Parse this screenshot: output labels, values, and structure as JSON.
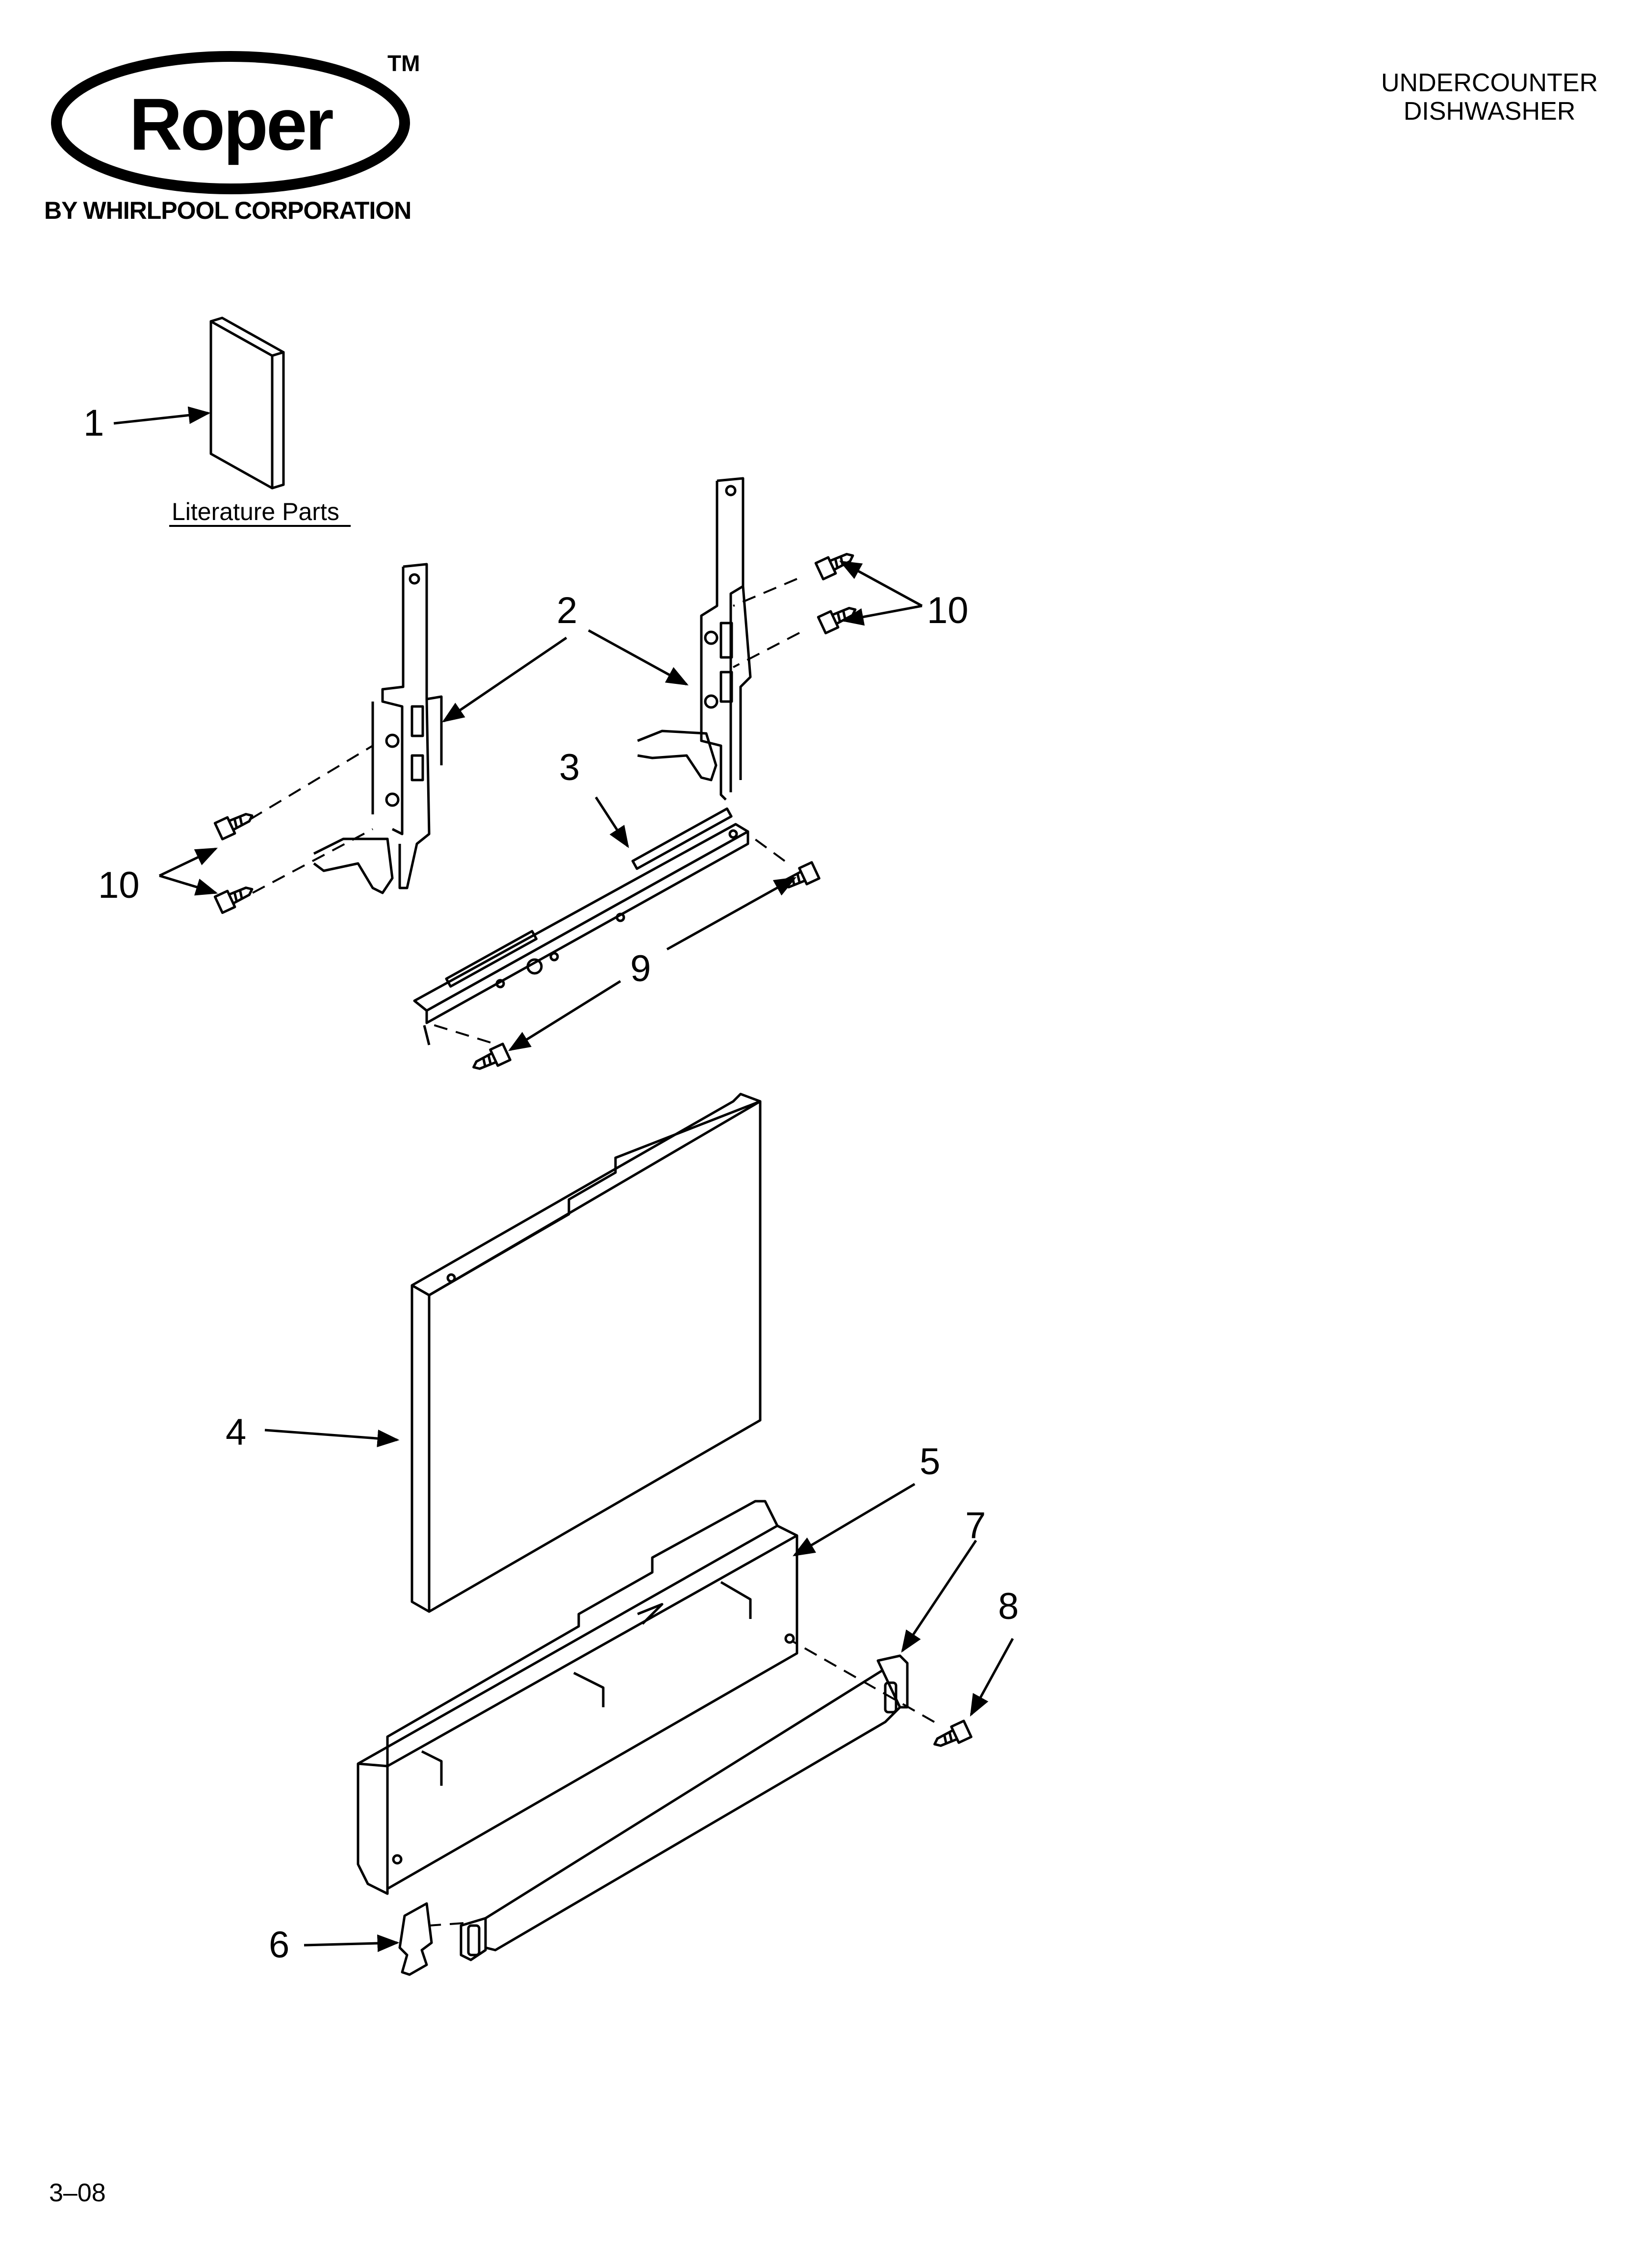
{
  "brand": {
    "logo_text": "Roper",
    "trademark": "TM",
    "subtitle": "BY WHIRLPOOL CORPORATION"
  },
  "header": {
    "line1": "UNDERCOUNTER",
    "line2": "DISHWASHER"
  },
  "literature_label": "Literature Parts",
  "callouts": {
    "c1": "1",
    "c2": "2",
    "c3": "3",
    "c4": "4",
    "c5": "5",
    "c6": "6",
    "c7": "7",
    "c8": "8",
    "c9": "9",
    "c10a": "10",
    "c10b": "10"
  },
  "footer": {
    "code": "3–08"
  }
}
